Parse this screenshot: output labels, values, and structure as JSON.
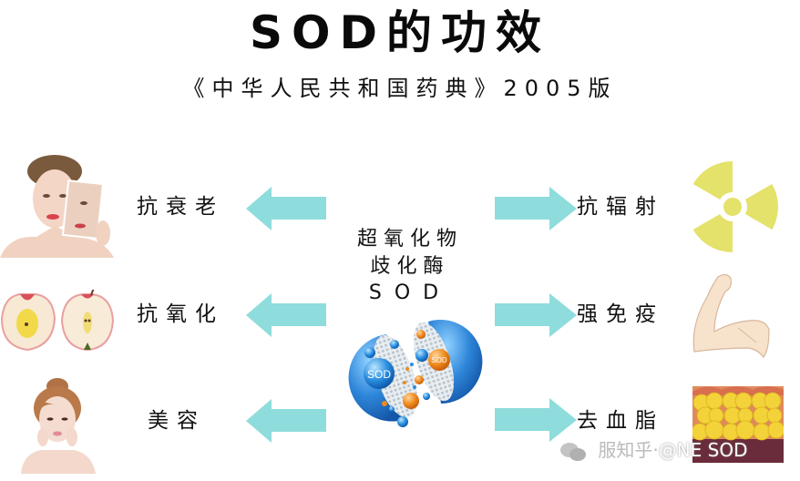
{
  "header": {
    "title": "SOD的功效",
    "subtitle": "《中华人民共和国药典》2005版"
  },
  "center": {
    "line1": "超氧化物",
    "line2": "歧化酶",
    "line3": "SOD",
    "molecule_labels": [
      "SOD",
      "SOD"
    ]
  },
  "left_effects": [
    {
      "label": "抗衰老",
      "icon": "aging-face-image"
    },
    {
      "label": "抗氧化",
      "icon": "apple-halves-image"
    },
    {
      "label": "美容",
      "icon": "beauty-face-image"
    }
  ],
  "right_effects": [
    {
      "label": "抗辐射",
      "icon": "radiation-icon"
    },
    {
      "label": "强免疫",
      "icon": "flexed-arm-icon"
    },
    {
      "label": "去血脂",
      "icon": "fat-tissue-image"
    }
  ],
  "colors": {
    "arrow": "#8fdcdc",
    "radiation": "#e4e26a",
    "sphere": "#2e86d9"
  },
  "watermark": {
    "cn": "服知乎·",
    "en": "@NE SOD"
  }
}
